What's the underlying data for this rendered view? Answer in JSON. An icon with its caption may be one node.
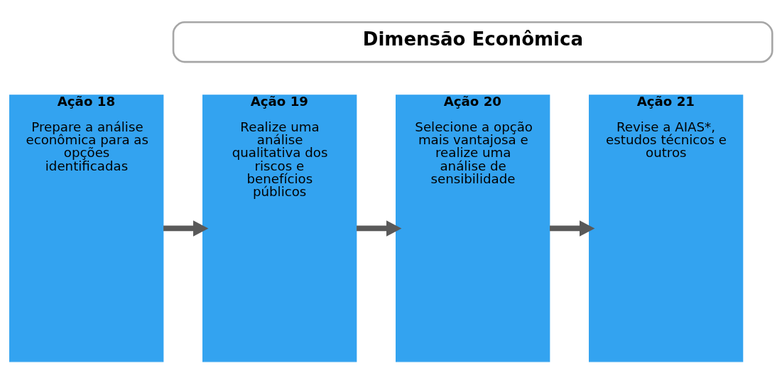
{
  "diagram": {
    "nodes": [
      {
        "text": [
          "Dimensão Econômica"
        ]
      },
      {
        "text": [
          "Ação 18",
          "Prepare a análise econômica para as opções identificadas"
        ]
      },
      {
        "text": [
          "Ação 19",
          "Realize uma análise qualitativa dos riscos e benefícios públicos"
        ]
      },
      {
        "text": [
          "Ação 20",
          "Selecione a opção mais vantajosa e realize uma análise de sensibilidade"
        ]
      },
      {
        "text": [
          "Ação 21",
          "Revise a AIAS*, estudos técnicos e outros"
        ]
      }
    ],
    "edges": [
      {
        "from": 1,
        "to": 2,
        "arrow": "to"
      },
      {
        "from": 2,
        "to": 3,
        "arrow": "to"
      },
      {
        "from": 3,
        "to": 4,
        "arrow": "to"
      }
    ]
  }
}
